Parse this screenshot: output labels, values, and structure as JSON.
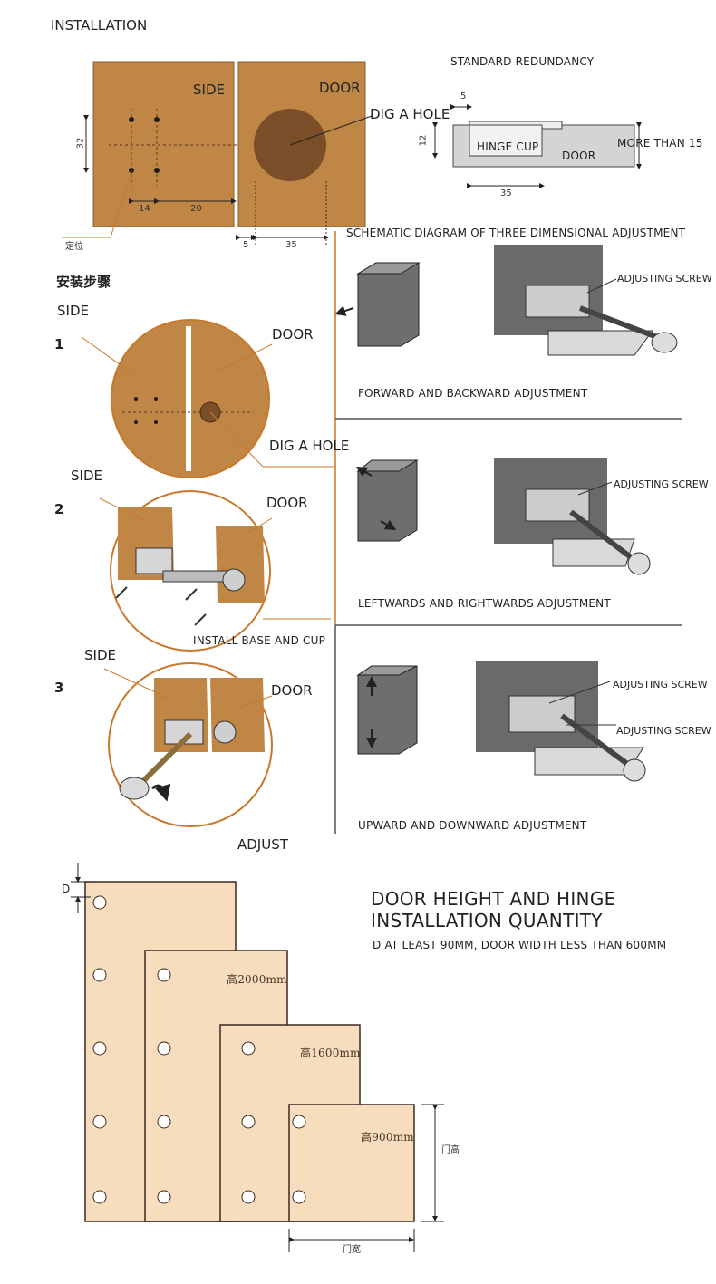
{
  "top": {
    "title": "INSTALLATION",
    "side_label": "SIDE",
    "door_label": "DOOR",
    "dig_hole": "DIG A HOLE",
    "dim_32": "32",
    "dim_14": "14",
    "dim_20": "20",
    "dim_5": "5",
    "dim_35": "35",
    "locate": "定位"
  },
  "redundancy": {
    "title": "STANDARD REDUNDANCY",
    "dim_5": "5",
    "dim_12": "12",
    "dim_35": "35",
    "hinge_cup": "HINGE CUP",
    "door": "DOOR",
    "more_than": "MORE THAN 15"
  },
  "steps": {
    "heading": "安装步骤",
    "side_1": "SIDE",
    "num_1": "1",
    "door_1": "DOOR",
    "dig_hole": "DIG A HOLE",
    "side_2": "SIDE",
    "num_2": "2",
    "door_2": "DOOR",
    "install": "INSTALL BASE AND CUP",
    "side_3": "SIDE",
    "num_3": "3",
    "door_3": "DOOR",
    "adjust": "ADJUST"
  },
  "adjustment": {
    "title": "SCHEMATIC DIAGRAM OF THREE DIMENSIONAL ADJUSTMENT",
    "screw_1": "ADJUSTING SCREW",
    "caption_1": "FORWARD AND BACKWARD ADJUSTMENT",
    "screw_2": "ADJUSTING SCREW",
    "caption_2": "LEFTWARDS AND RIGHTWARDS ADJUSTMENT",
    "screw_3a": "ADJUSTING SCREW",
    "screw_3b": "ADJUSTING SCREW",
    "caption_3": "UPWARD AND DOWNWARD ADJUSTMENT"
  },
  "quantity": {
    "title_line1": "DOOR HEIGHT AND HINGE",
    "title_line2": "INSTALLATION QUANTITY",
    "note": "D AT LEAST 90MM, DOOR WIDTH LESS THAN 600MM",
    "d_label": "D",
    "h2000": "高2000mm",
    "h1600": "高1600mm",
    "h900": "高900mm",
    "door_height": "门高",
    "door_width": "门宽",
    "panel_colors": {
      "fill": "#f7dcbe",
      "stroke": "#3a2a1e"
    }
  },
  "colors": {
    "wood": "#c08646",
    "wood_dark": "#8a5a2b",
    "orange_line": "#c9782a",
    "grey_dark": "#555555",
    "grey_light": "#cfcfcf"
  }
}
